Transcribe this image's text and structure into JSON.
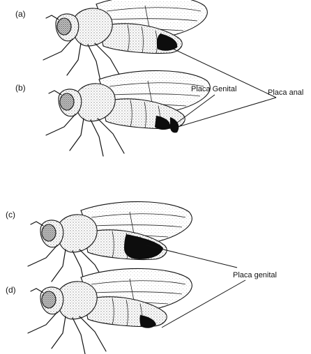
{
  "panels": [
    {
      "label": "(a)"
    },
    {
      "label": "(b)"
    },
    {
      "label": "(c)"
    },
    {
      "label": "(d)"
    }
  ],
  "callouts": {
    "top_genital": "Placa Genital",
    "top_anal": "Placa anal",
    "bottom_genital": "Placa genital"
  },
  "colors": {
    "ink": "#111111",
    "stipple": "#8a8a8a",
    "dark_plate": "#0d0d0d",
    "paper": "#ffffff"
  }
}
